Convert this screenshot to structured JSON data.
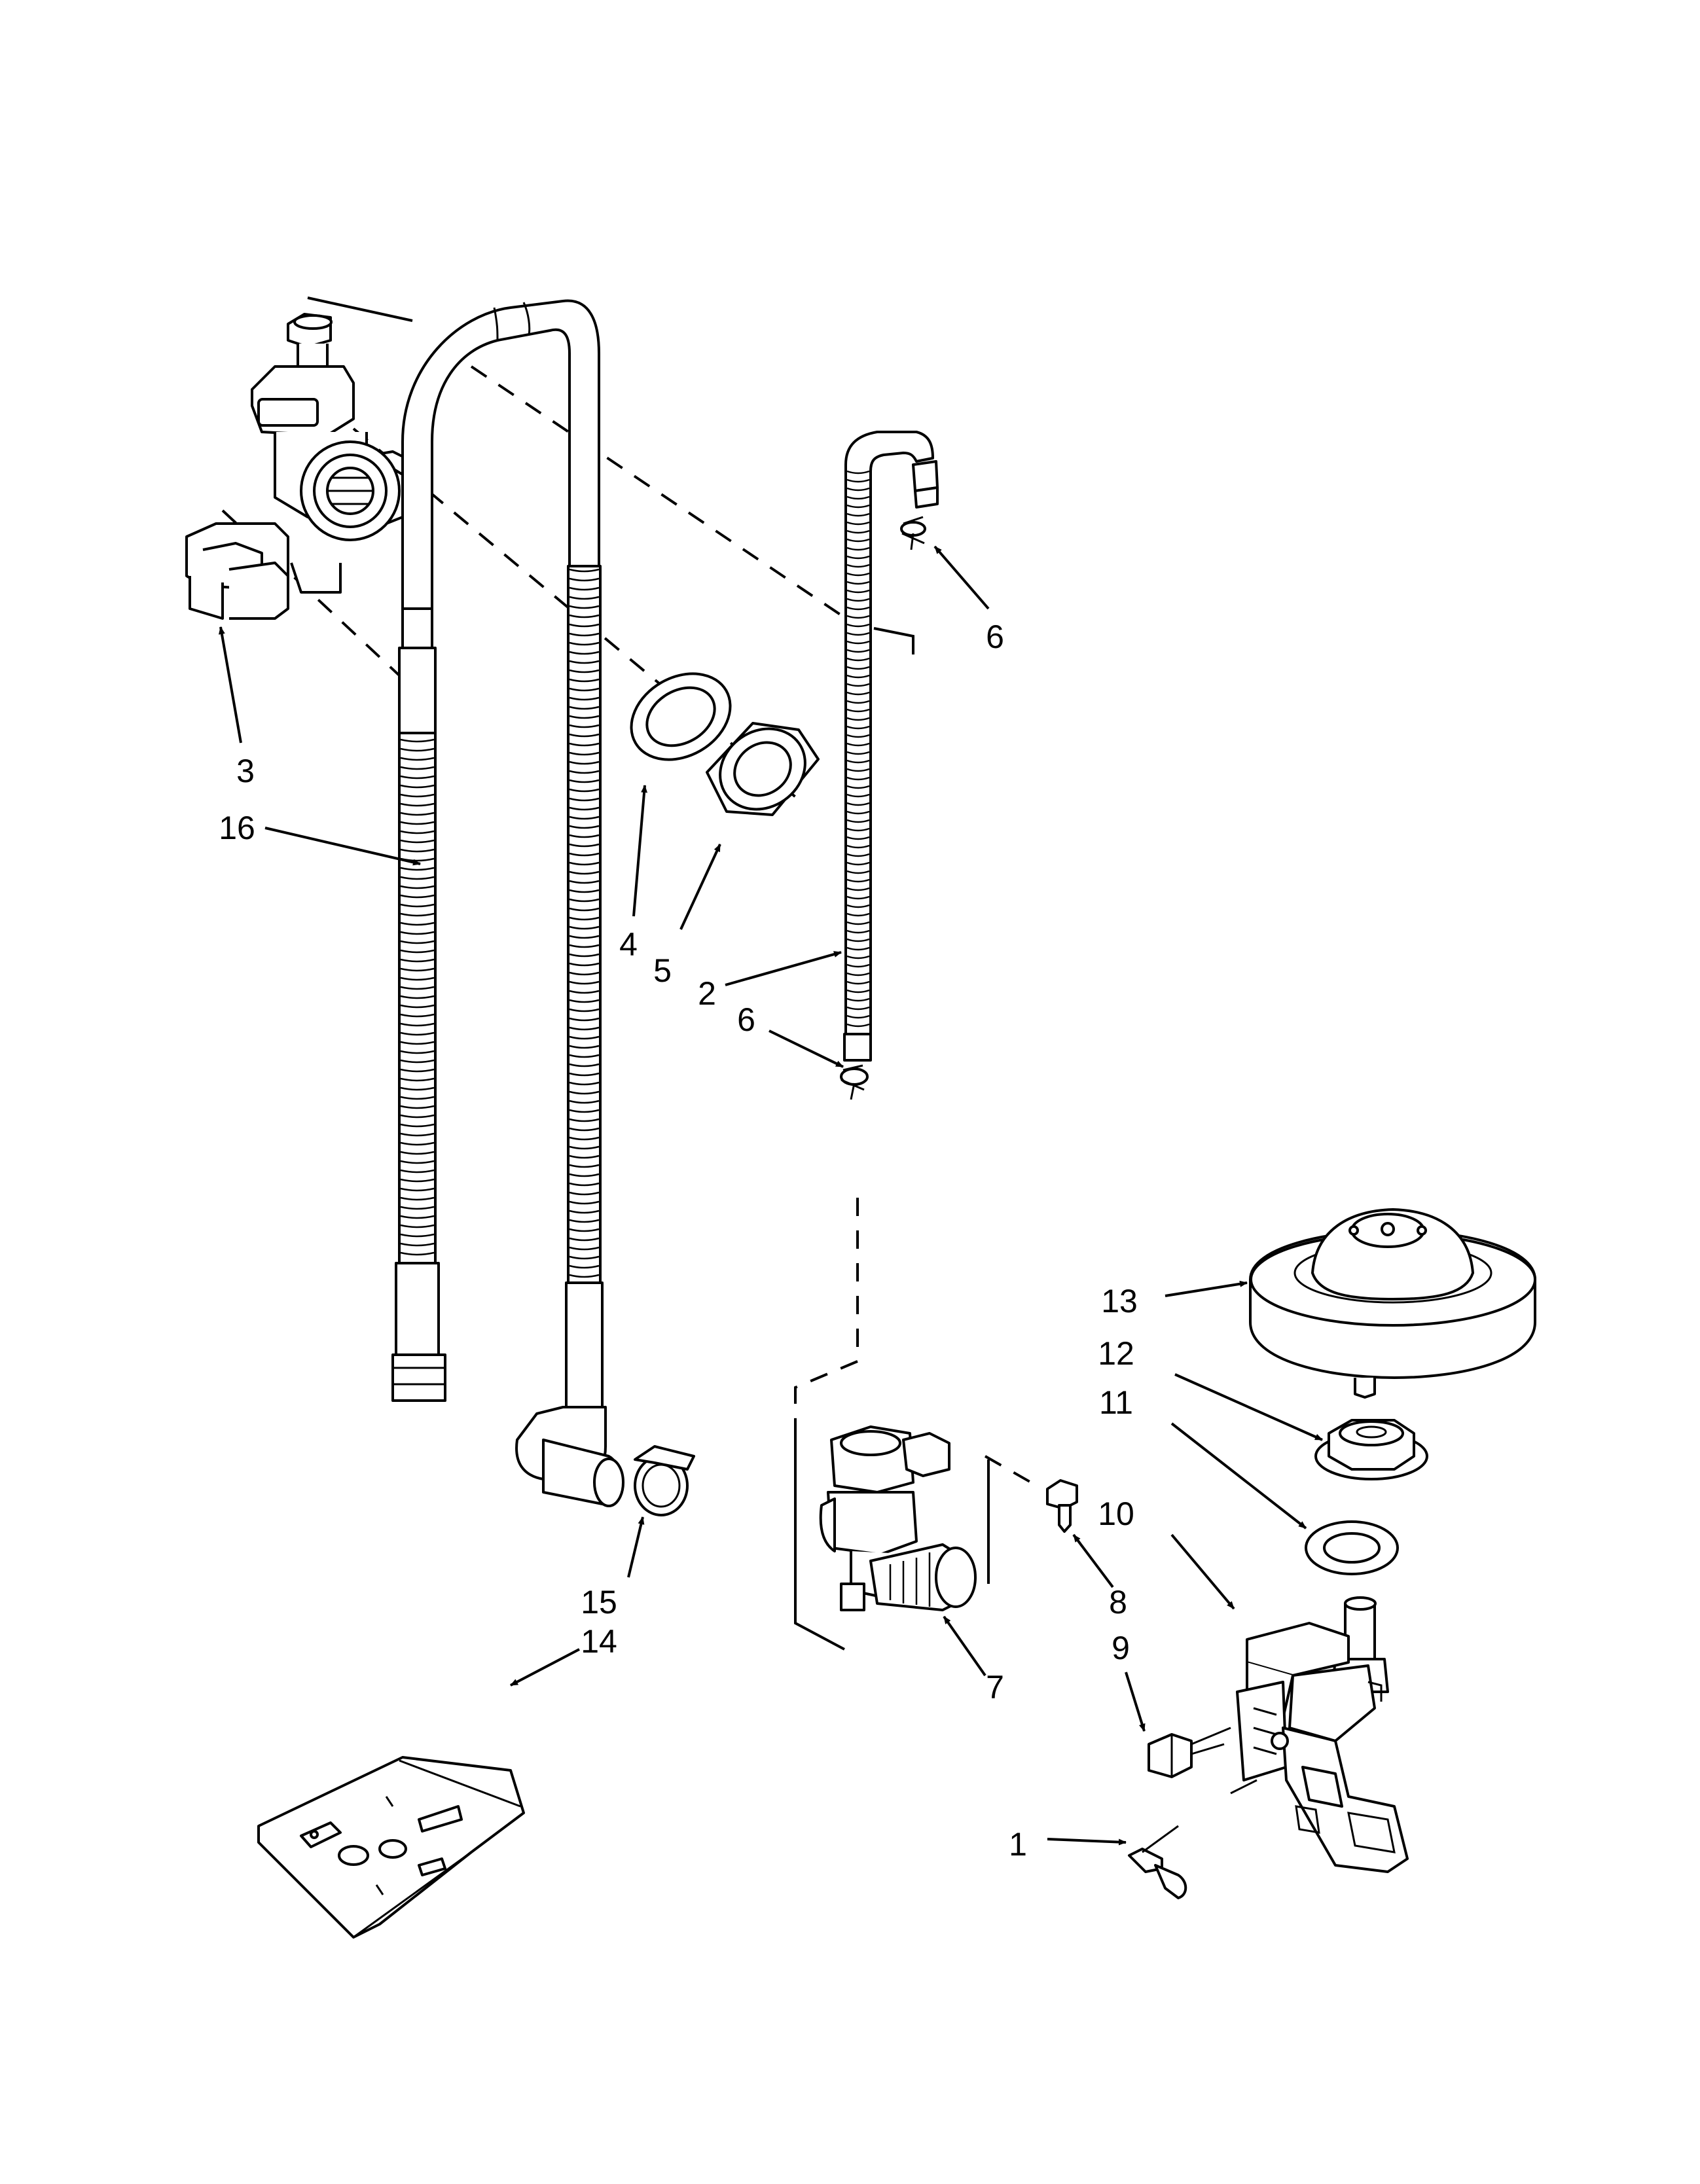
{
  "diagram": {
    "callouts": [
      {
        "id": "c1",
        "label": "1"
      },
      {
        "id": "c2",
        "label": "2"
      },
      {
        "id": "c3",
        "label": "3"
      },
      {
        "id": "c4",
        "label": "4"
      },
      {
        "id": "c5",
        "label": "5"
      },
      {
        "id": "c6a",
        "label": "6"
      },
      {
        "id": "c6b",
        "label": "6"
      },
      {
        "id": "c7",
        "label": "7"
      },
      {
        "id": "c8",
        "label": "8"
      },
      {
        "id": "c9",
        "label": "9"
      },
      {
        "id": "c10",
        "label": "10"
      },
      {
        "id": "c11",
        "label": "11"
      },
      {
        "id": "c12",
        "label": "12"
      },
      {
        "id": "c13",
        "label": "13"
      },
      {
        "id": "c14",
        "label": "14"
      },
      {
        "id": "c15",
        "label": "15"
      },
      {
        "id": "c16",
        "label": "16"
      }
    ],
    "line_color": "#000000",
    "background_color": "#ffffff"
  }
}
